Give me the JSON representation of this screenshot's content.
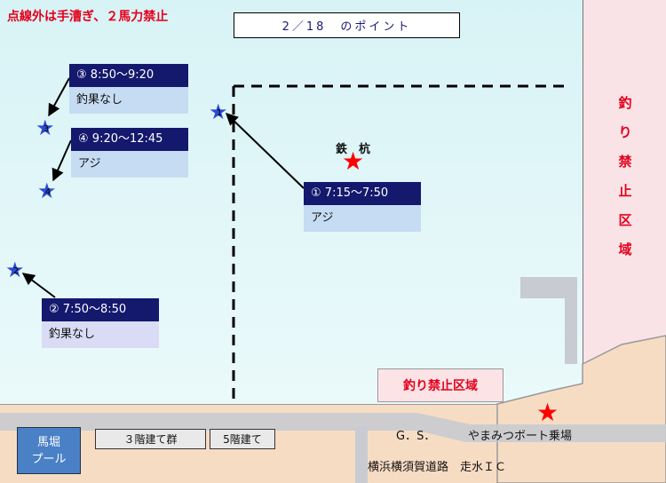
{
  "legal_notice": "点線外は手漕ぎ、２馬力禁止",
  "title": "2／18　のポイント",
  "points": [
    {
      "num": "③",
      "time": "8:50〜9:20",
      "result": "釣果なし"
    },
    {
      "num": "④",
      "time": "9:20〜12:45",
      "result": "アジ"
    },
    {
      "num": "①",
      "time": "7:15〜7:50",
      "result": "アジ"
    },
    {
      "num": "②",
      "time": "7:50〜8:50",
      "result": "釣果なし"
    }
  ],
  "star_markers": [
    "3",
    "4",
    "1",
    "2"
  ],
  "iron_stake_label": "鉄　杭",
  "no_fishing_vertical": [
    "釣",
    "り",
    "禁",
    "止",
    "区",
    "域"
  ],
  "no_fishing_banner": "釣り禁止区域",
  "pool_label": [
    "馬堀",
    "プール"
  ],
  "buildings": [
    "３階建て群",
    "5階建て"
  ],
  "gas_station": "G．S．",
  "boat_dock": "やまみつボート乗場",
  "highway": "横浜横須賀道路　走水ＩＣ",
  "icons": {
    "fishing_point": "blue-star-icon",
    "landmark": "red-star-icon"
  },
  "colors": {
    "prohibited": "#e3001b",
    "card_header": "#14196e",
    "sea": "#d8f3f6",
    "land": "#f7dcc4"
  }
}
